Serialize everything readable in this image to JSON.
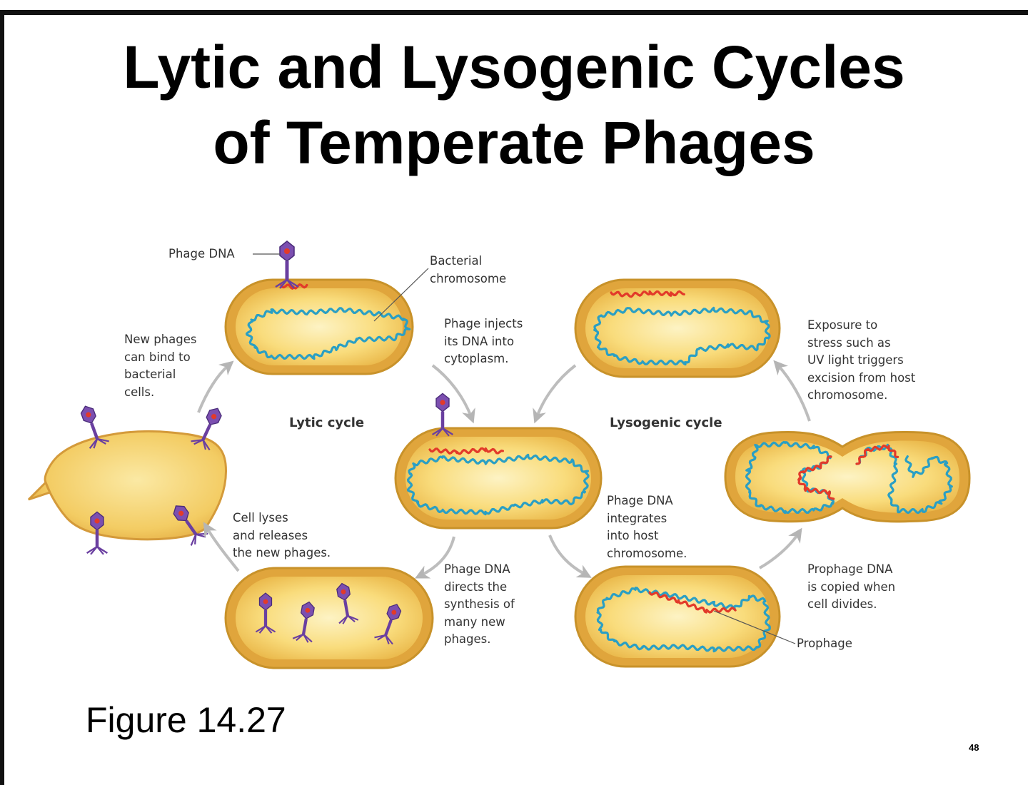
{
  "title": {
    "line1": "Lytic and Lysogenic Cycles",
    "line2": "of Temperate Phages"
  },
  "labels": {
    "phage_dna": "Phage DNA",
    "bacterial_chromosome": "Bacterial\nchromosome",
    "phage_injects": "Phage injects\nits DNA into\ncytoplasm.",
    "new_phages_bind": "New phages\ncan bind to\nbacterial\ncells.",
    "lytic_cycle": "Lytic cycle",
    "lysogenic_cycle": "Lysogenic cycle",
    "exposure_stress": "Exposure to\nstress such as\nUV light triggers\nexcision from host\nchromosome.",
    "cell_lyses": "Cell lyses\nand releases\nthe new phages.",
    "phage_dna_integrates": "Phage DNA\nintegrates\ninto host\nchromosome.",
    "phage_dna_directs": "Phage DNA\ndirects the\nsynthesis of\nmany new\nphages.",
    "prophage_copied": "Prophage DNA\nis copied when\ncell divides.",
    "prophage": "Prophage"
  },
  "figure_label": "Figure 14.27",
  "page_number": "48",
  "colors": {
    "cell_fill": "#f2c24a",
    "cell_inner": "#fdf0b8",
    "cell_outline": "#c8922a",
    "chromosome": "#2a9fc4",
    "phage_dna": "#e23a2a",
    "phage_head": "#7c4fb0",
    "arrow": "#bdbdbd"
  }
}
